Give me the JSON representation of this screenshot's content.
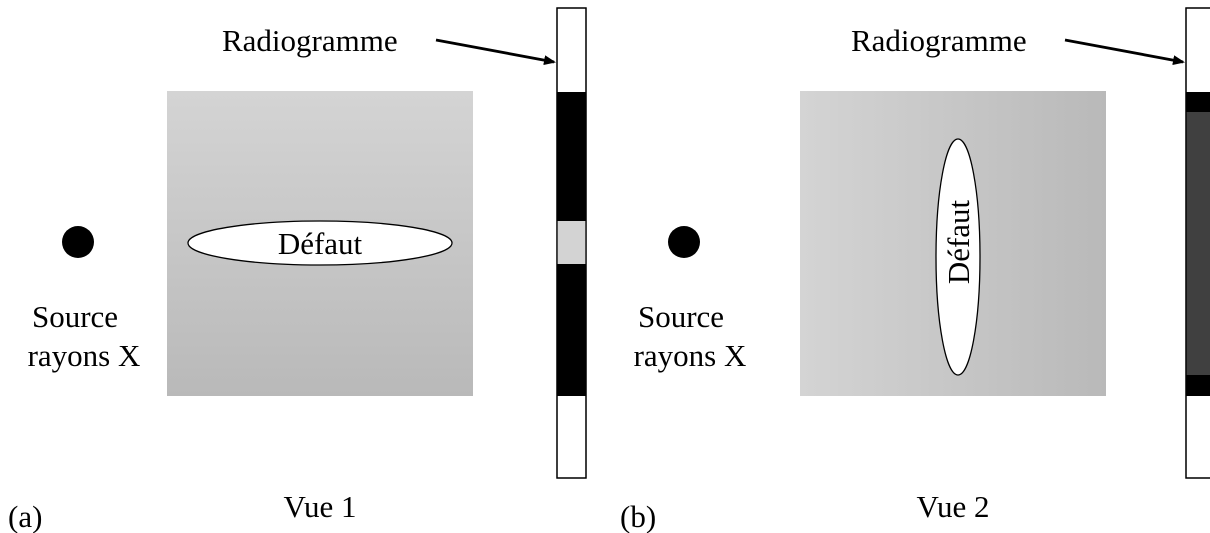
{
  "panels": [
    {
      "letter": "(a)",
      "view_label": "Vue 1",
      "source_line1": "Source",
      "source_line2": "rayons X",
      "film_label": "Radiogramme",
      "defect_label": "Défaut",
      "defect_orientation": "horizontal"
    },
    {
      "letter": "(b)",
      "view_label": "Vue 2",
      "source_line1": "Source",
      "source_line2": "rayons X",
      "film_label": "Radiogramme",
      "defect_label": "Défaut",
      "defect_orientation": "vertical"
    }
  ],
  "colors": {
    "ink": "#000000",
    "paper": "#ffffff",
    "part_light": "#d2d2d2",
    "part_dark": "#b8b8b8",
    "film_exposed": "#000000",
    "film_shadow_light": "#d3d3d3",
    "film_shadow_dark": "#404040"
  }
}
